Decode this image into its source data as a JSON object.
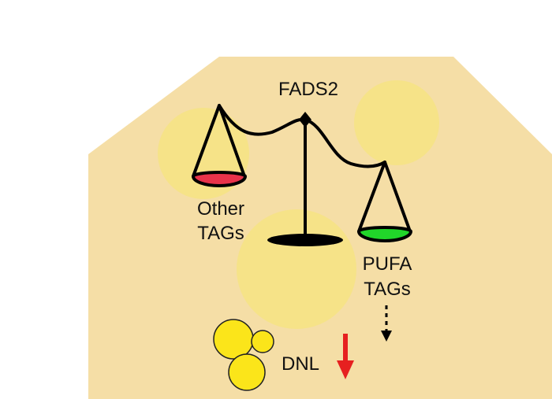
{
  "labels": {
    "fads2": "FADS2",
    "other_tags_line1": "Other",
    "other_tags_line2": "TAGs",
    "pufa_tags_line1": "PUFA",
    "pufa_tags_line2": "TAGs",
    "dnl": "DNL"
  },
  "colors": {
    "cell_fill": "#f5dea6",
    "droplet_fill": "#f5e47d",
    "lipid_fill": "#fbe51a",
    "lipid_stroke": "#222222",
    "other_pan": "#e8334a",
    "pufa_pan": "#21d62a",
    "scale_ink": "#000000",
    "arrow_red": "#e62020"
  },
  "icons": {
    "balance": "balance-scale-icon",
    "down_arrow": "red-down-arrow-icon",
    "dashed_arrow": "dashed-down-arrow-icon"
  }
}
